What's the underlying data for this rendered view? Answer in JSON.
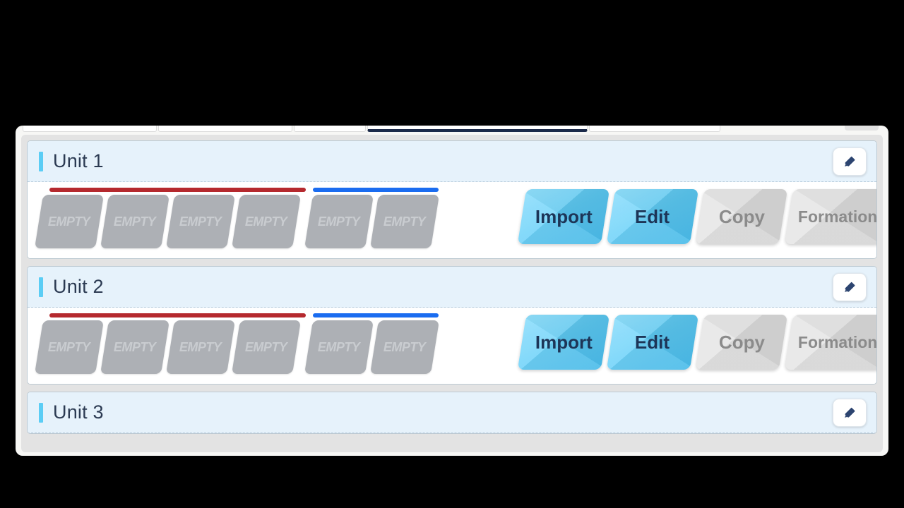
{
  "window": {
    "active_tab_indicator_color": "#1b2a4a"
  },
  "colors": {
    "header_background": "#e6f2fb",
    "header_accent": "#5bcdf5",
    "title_text": "#2b3a52",
    "slot_fill": "#adb0b5",
    "slot_text": "#c9ccd0",
    "team_bar_red": "#b5292e",
    "team_bar_blue": "#1a6cf0",
    "button_enabled": "#5ccdf8",
    "button_enabled_text": "#1d3557",
    "button_disabled": "#e2e2e2",
    "button_disabled_text": "#8b8b8b",
    "panel_background": "#ffffff",
    "scroll_background": "#e3e3e3"
  },
  "units": [
    {
      "title": "Unit 1",
      "edit_icon": "pencil-icon",
      "team_bars": [
        {
          "team": "red",
          "color": "#b5292e",
          "slots": 4
        },
        {
          "team": "blue",
          "color": "#1a6cf0",
          "slots": 2
        }
      ],
      "slots": [
        {
          "label": "EMPTY",
          "team": "red"
        },
        {
          "label": "EMPTY",
          "team": "red"
        },
        {
          "label": "EMPTY",
          "team": "red"
        },
        {
          "label": "EMPTY",
          "team": "red"
        },
        {
          "label": "EMPTY",
          "team": "blue"
        },
        {
          "label": "EMPTY",
          "team": "blue"
        }
      ],
      "actions": [
        {
          "label": "Import",
          "enabled": true
        },
        {
          "label": "Edit",
          "enabled": true
        },
        {
          "label": "Copy",
          "enabled": false
        },
        {
          "label": "Formation",
          "enabled": false
        }
      ],
      "clipped": false
    },
    {
      "title": "Unit 2",
      "edit_icon": "pencil-icon",
      "team_bars": [
        {
          "team": "red",
          "color": "#b5292e",
          "slots": 4
        },
        {
          "team": "blue",
          "color": "#1a6cf0",
          "slots": 2
        }
      ],
      "slots": [
        {
          "label": "EMPTY",
          "team": "red"
        },
        {
          "label": "EMPTY",
          "team": "red"
        },
        {
          "label": "EMPTY",
          "team": "red"
        },
        {
          "label": "EMPTY",
          "team": "red"
        },
        {
          "label": "EMPTY",
          "team": "blue"
        },
        {
          "label": "EMPTY",
          "team": "blue"
        }
      ],
      "actions": [
        {
          "label": "Import",
          "enabled": true
        },
        {
          "label": "Edit",
          "enabled": true
        },
        {
          "label": "Copy",
          "enabled": false
        },
        {
          "label": "Formation",
          "enabled": false
        }
      ],
      "clipped": false
    },
    {
      "title": "Unit 3",
      "edit_icon": "pencil-icon",
      "team_bars": [],
      "slots": [],
      "actions": [],
      "clipped": true
    }
  ]
}
